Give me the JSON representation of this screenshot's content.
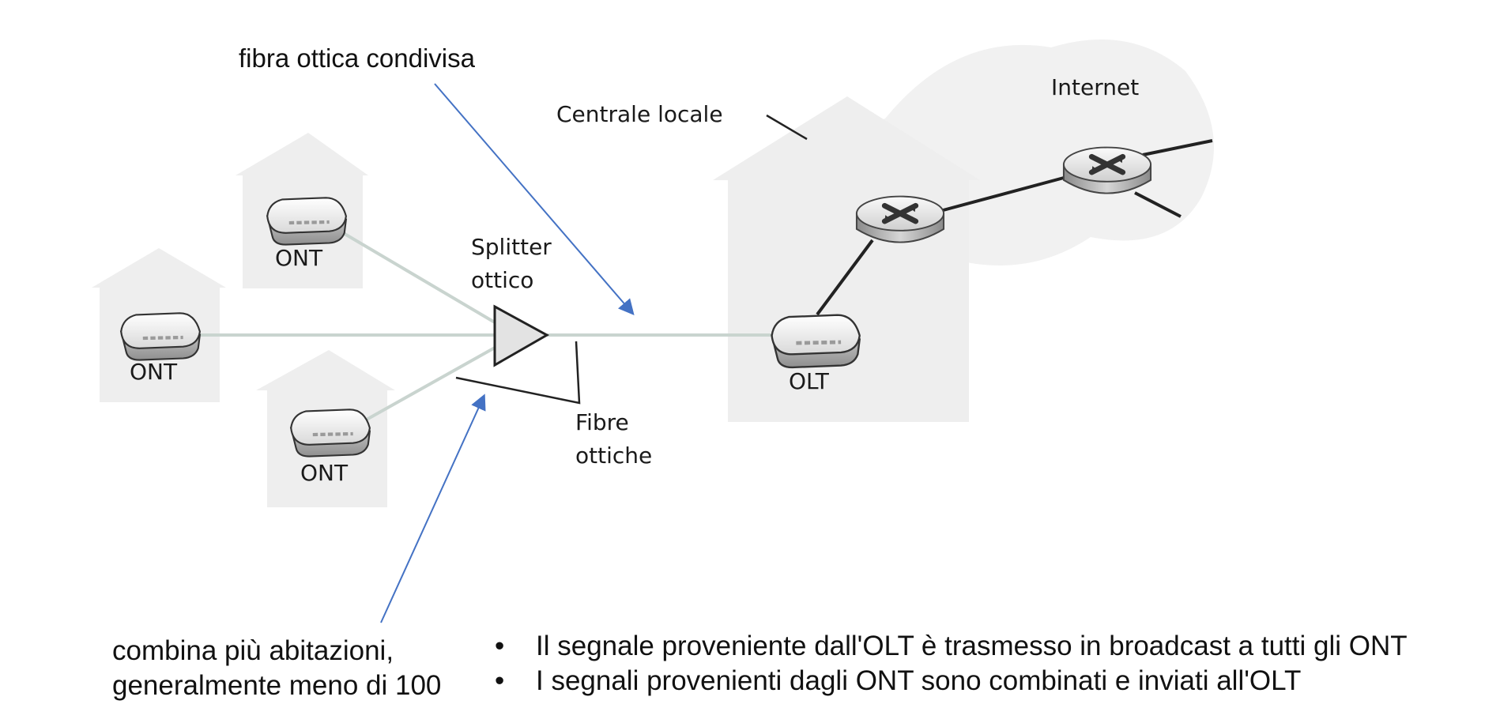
{
  "annotations": {
    "shared_fiber": "fibra ottica condivisa",
    "splitter_note_line1": "combina più abitazioni,",
    "splitter_note_line2": "generalmente meno di 100"
  },
  "labels": {
    "central_office": "Centrale locale",
    "internet": "Internet",
    "splitter_line1": "Splitter",
    "splitter_line2": "ottico",
    "optical_fibers_line1": "Fibre",
    "optical_fibers_line2": "ottiche",
    "ont": "ONT",
    "olt": "OLT"
  },
  "bullets": [
    "Il segnale proveniente dall'OLT è trasmesso in broadcast a tutti gli ONT",
    "I segnali provenienti dagli ONT sono combinati e inviati all'OLT"
  ],
  "colors": {
    "house_fill": "#eeeeee",
    "cloud_fill": "#f1f1f1",
    "fiber_line": "#c9d4cf",
    "arrow": "#4472c4",
    "network_line": "#222222"
  },
  "icons": {
    "router": "router-icon",
    "ont_device": "ont-device-icon",
    "splitter": "splitter-triangle-icon"
  }
}
